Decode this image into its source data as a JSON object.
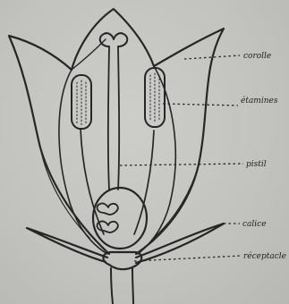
{
  "labels": {
    "corolla": "corolle",
    "stamens": "étamines",
    "pistil": "pistil",
    "calyx": "calice",
    "receptacle": "réceptacle"
  },
  "colors": {
    "ink": "#262626",
    "paper": "#c3c3bf"
  }
}
